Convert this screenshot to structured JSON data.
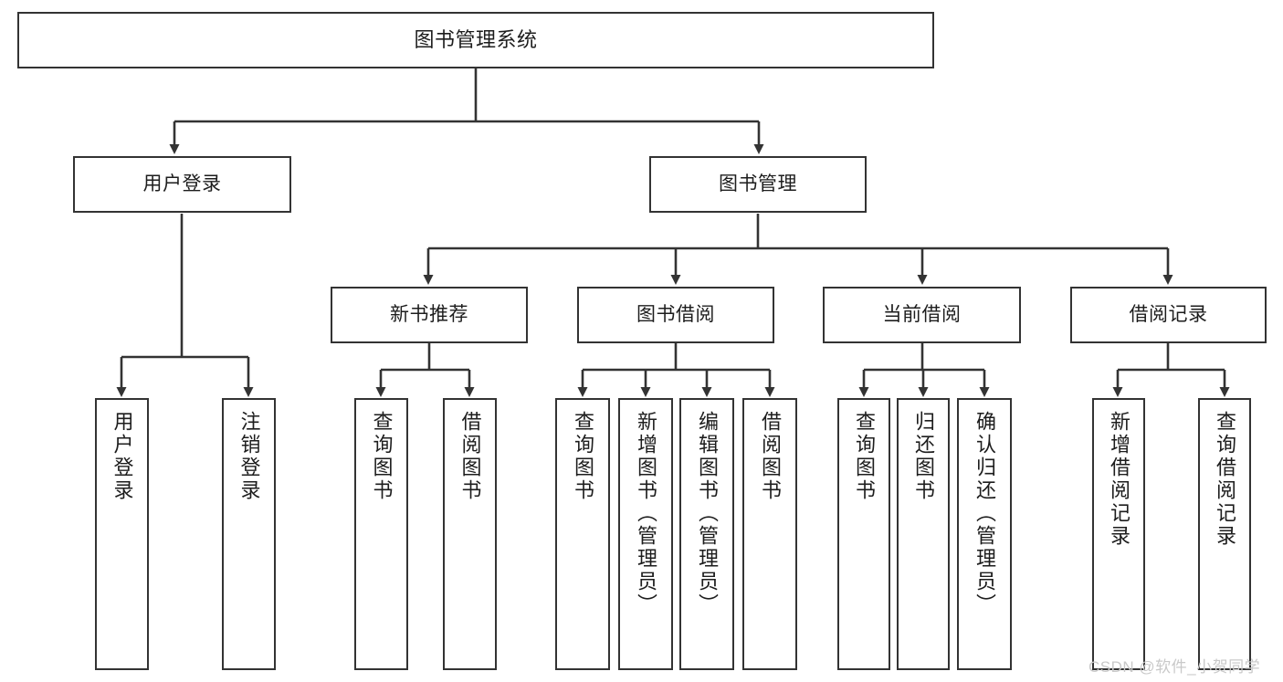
{
  "diagram": {
    "title": "图书管理系统",
    "type": "tree-hierarchy-chart",
    "colors": {
      "box_border": "#333333",
      "box_fill": "#ffffff",
      "edge": "#333333",
      "text": "#1d1d1d",
      "watermark": "#c9c9c9",
      "background": "#ffffff"
    }
  },
  "root": {
    "label": "图书管理系统"
  },
  "level1": [
    {
      "label": "用户登录"
    },
    {
      "label": "图书管理"
    }
  ],
  "level2": [
    {
      "label": "新书推荐"
    },
    {
      "label": "图书借阅"
    },
    {
      "label": "当前借阅"
    },
    {
      "label": "借阅记录"
    }
  ],
  "leaves": {
    "user_login": [
      {
        "label": "用户登录"
      },
      {
        "label": "注销登录"
      }
    ],
    "new_book_recommend": [
      {
        "label": "查询图书"
      },
      {
        "label": "借阅图书"
      }
    ],
    "book_borrow": [
      {
        "label": "查询图书"
      },
      {
        "label": "新增图书（管理员）"
      },
      {
        "label": "编辑图书（管理员）"
      },
      {
        "label": "借阅图书"
      }
    ],
    "current_borrow": [
      {
        "label": "查询图书"
      },
      {
        "label": "归还图书"
      },
      {
        "label": "确认归还（管理员）"
      }
    ],
    "borrow_record": [
      {
        "label": "新增借阅记录"
      },
      {
        "label": "查询借阅记录"
      }
    ]
  },
  "watermark": {
    "text": "CSDN @软件_小贺同学"
  }
}
